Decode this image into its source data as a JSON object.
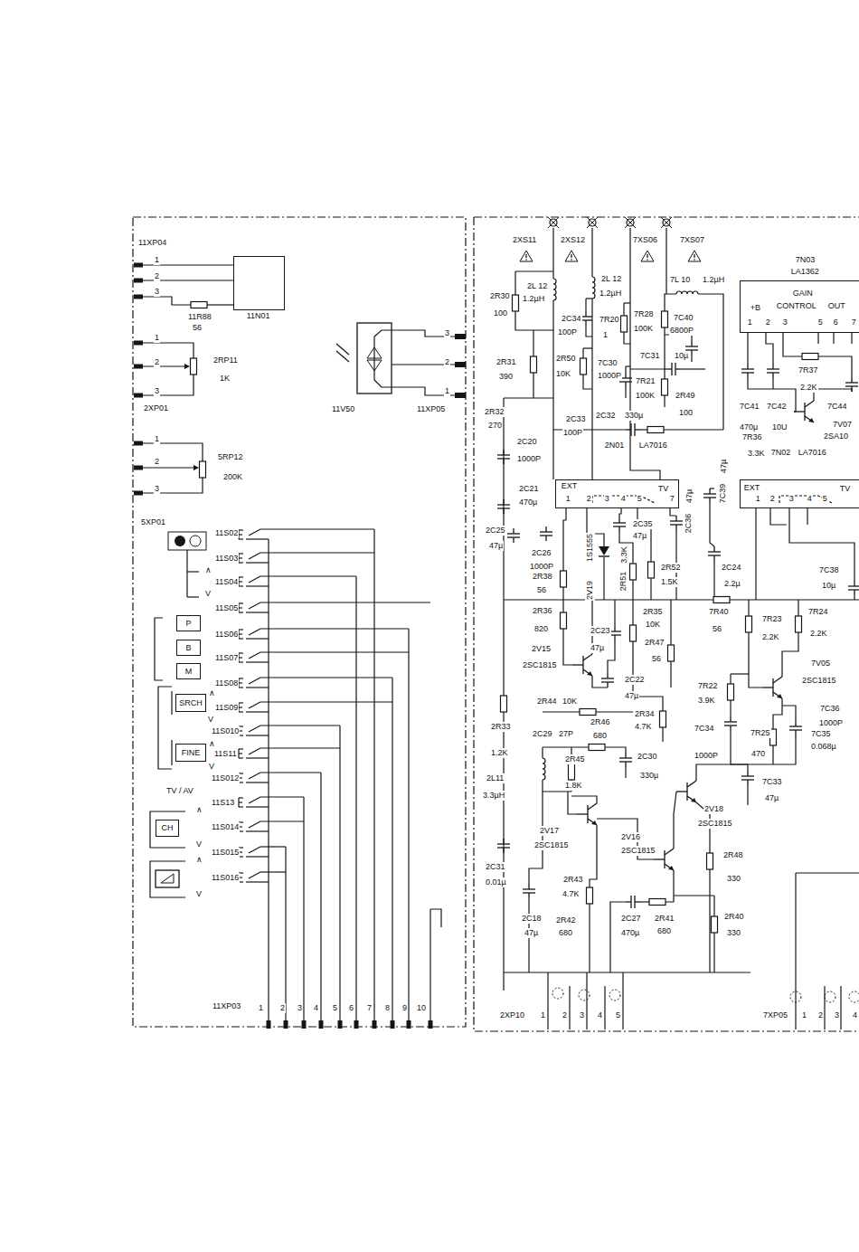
{
  "diagram": {
    "nodes": [
      {
        "text": [
          "11N01"
        ]
      },
      {
        "text": [
          "P"
        ]
      },
      {
        "text": [
          "B"
        ]
      },
      {
        "text": [
          "M"
        ]
      },
      {
        "text": [
          "SRCH"
        ]
      },
      {
        "text": [
          "FINE"
        ]
      },
      {
        "text": [
          "CH"
        ]
      },
      {
        "text": [
          "7N03",
          "LA1362",
          "GAIN",
          "CONTROL",
          "OUT",
          "+B",
          "1",
          "2",
          "3",
          "5",
          "6",
          "7"
        ]
      },
      {
        "text": [
          "2N01",
          "LA7016",
          "EXT",
          "TV",
          "1",
          "2",
          "3",
          "4",
          "5",
          "7"
        ]
      },
      {
        "text": [
          "7N02",
          "LA7016",
          "EXT",
          "TV",
          "1",
          "2",
          "3",
          "4",
          "5"
        ]
      }
    ],
    "labels": [
      "11XP04",
      "1",
      "2",
      "3",
      "11R88",
      "56",
      "1",
      "2",
      "3",
      "2RP11",
      "1K",
      "2XP01",
      "1",
      "2",
      "3",
      "5RP12",
      "200K",
      "5XP01",
      "3",
      "2",
      "1",
      "11V50",
      "11XP05",
      "11S02",
      "11S03",
      "11S04",
      "∧",
      "V",
      "11S05",
      "11S06",
      "11S07",
      "11S08",
      "∧",
      "11S09",
      "V",
      "11S010",
      "∧",
      "11S11",
      "V",
      "11S012",
      "TV / AV",
      "11S13",
      "∧",
      "11S014",
      "V",
      "11S015",
      "∧",
      "11S016",
      "V",
      "11XP03",
      "1",
      "2",
      "3",
      "4",
      "5",
      "6",
      "7",
      "8",
      "9",
      "10",
      "2XS11",
      "2XS12",
      "7XS06",
      "7XS07",
      "2L 12",
      "1.2µH",
      "2L 12",
      "1.2µH",
      "2R30",
      "100",
      "2C34",
      "100P",
      "7R20",
      "1",
      "7R28",
      "100K",
      "7L 10",
      "1.2µH",
      "7C40",
      "6800P",
      "2R31",
      "390",
      "2R50",
      "10K",
      "7C30",
      "1000P",
      "7C31",
      "10µ",
      "7R21",
      "100K",
      "2R49",
      "100",
      "2R32",
      "270",
      "2C33",
      "100P",
      "2C32",
      "330µ",
      "2C20",
      "1000P",
      "2C21",
      "470µ",
      "2C25",
      "47µ",
      "2C26",
      "1000P",
      "1S1555",
      "2V19",
      "2C35",
      "47µ",
      "2C36",
      "47µ",
      "2R38",
      "56",
      "2R51",
      "3.3K",
      "2R52",
      "1.5K",
      "2C24",
      "2.2µ",
      "2R36",
      "820",
      "2C23",
      "47µ",
      "2R35",
      "10K",
      "2R47",
      "56",
      "2V15",
      "2SC1815",
      "2C22",
      "47µ",
      "2R44",
      "10K",
      "2R34",
      "4.7K",
      "2C29",
      "27P",
      "2R46",
      "680",
      "2R33",
      "1.2K",
      "2C30",
      "330µ",
      "2R45",
      "1.8K",
      "2L11",
      "3.3µH",
      "2V17",
      "2SC1815",
      "2V16",
      "2SC1815",
      "2V18",
      "2SC1815",
      "2R48",
      "330",
      "2C31",
      "0.01µ",
      "2R43",
      "4.7K",
      "2C18",
      "47µ",
      "2R42",
      "680",
      "2C27",
      "470µ",
      "2R41",
      "680",
      "2R40",
      "330",
      "7R40",
      "56",
      "7R23",
      "2.2K",
      "7R24",
      "2.2K",
      "7V05",
      "2SC1815",
      "7R22",
      "3.9K",
      "7C34",
      "1000P",
      "7R25",
      "470",
      "7C35",
      "0.068µ",
      "7C36",
      "1000P",
      "7C33",
      "47µ",
      "7C38",
      "10µ",
      "7R36",
      "3.3K",
      "7C41",
      "470µ",
      "7C42",
      "10U",
      "7R37",
      "2.2K",
      "7C44",
      "7V07",
      "2SA10",
      "2XP10",
      "1",
      "2",
      "3",
      "4",
      "5",
      "7XP05",
      "1",
      "2",
      "3",
      "4",
      "7C39",
      "47µ"
    ]
  }
}
